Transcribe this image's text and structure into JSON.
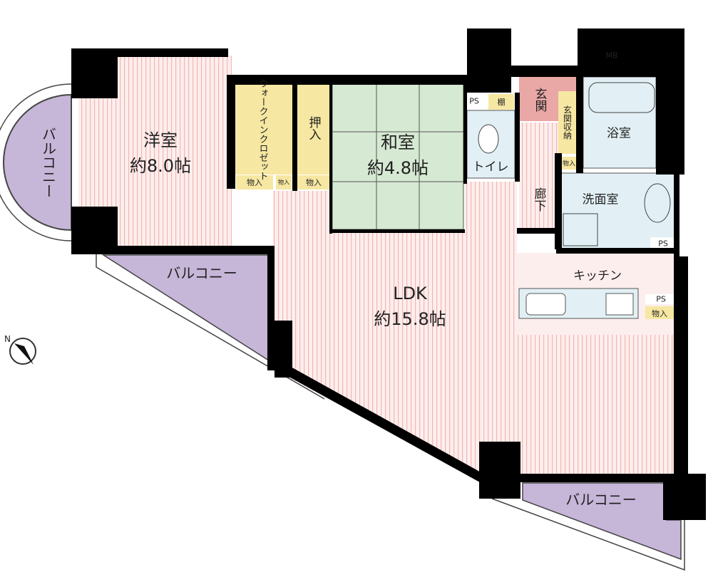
{
  "rooms": {
    "western": {
      "name": "洋室",
      "size": "約8.0帖"
    },
    "japanese": {
      "name": "和室",
      "size": "約4.8帖"
    },
    "ldk": {
      "name": "LDK",
      "size": "約15.8帖"
    },
    "walk_in_closet": "ウォークインクロゼット",
    "oshiire": "押入",
    "toilet": "トイレ",
    "entrance": "玄関",
    "entrance_storage": "玄関収納",
    "bathroom": "浴室",
    "washroom": "洗面室",
    "hallway": "廊下",
    "kitchen": "キッチン",
    "balcony": "バルコニー",
    "storage": "物入",
    "shelf": "棚",
    "ps": "PS",
    "mb": "MB"
  },
  "colors": {
    "wall": "#000000",
    "floor_pink": "#fdeeee",
    "stripe": "#f2b8b0",
    "balcony": "#c6b6d8",
    "closet": "#f6e7a2",
    "tatami": "#d6e9d2",
    "wet": "#e2f0f5",
    "entrance": "#e9a7a6"
  }
}
